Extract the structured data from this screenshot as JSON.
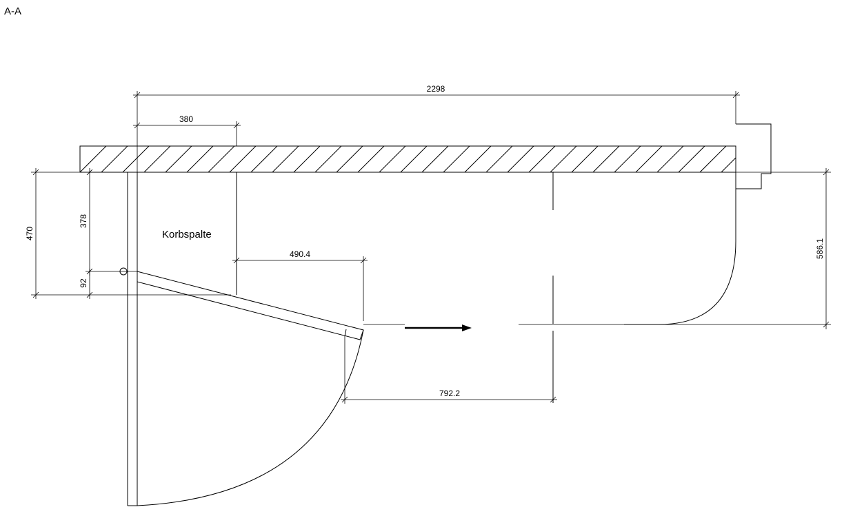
{
  "section_title": "A-A",
  "label_basket_gap": "Korbspalte",
  "dimensions": {
    "overall_width": "2298",
    "offset_width": "380",
    "left_height_total": "470",
    "inner_height": "378",
    "pivot_offset": "92",
    "swing_extent": "490.4",
    "opening_width": "792.2",
    "right_height": "586.1"
  },
  "colors": {
    "line": "#000000",
    "background": "#ffffff"
  }
}
